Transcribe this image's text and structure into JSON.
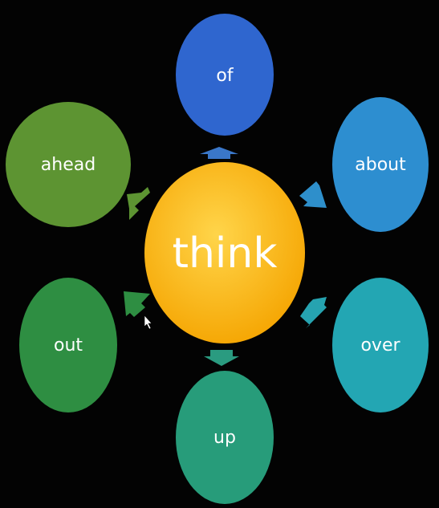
{
  "diagram": {
    "center": {
      "text": "think",
      "color": "#FBB40C"
    },
    "nodes": [
      {
        "id": "of",
        "text": "of",
        "color": "#2F66CF",
        "direction": "top"
      },
      {
        "id": "about",
        "text": "about",
        "color": "#2D8ED0",
        "direction": "top-right"
      },
      {
        "id": "over",
        "text": "over",
        "color": "#23A6B3",
        "direction": "bottom-right"
      },
      {
        "id": "up",
        "text": "up",
        "color": "#279C7A",
        "direction": "bottom"
      },
      {
        "id": "out",
        "text": "out",
        "color": "#2E8E42",
        "direction": "bottom-left"
      },
      {
        "id": "ahead",
        "text": "ahead",
        "color": "#5D9432",
        "direction": "top-left"
      }
    ]
  }
}
